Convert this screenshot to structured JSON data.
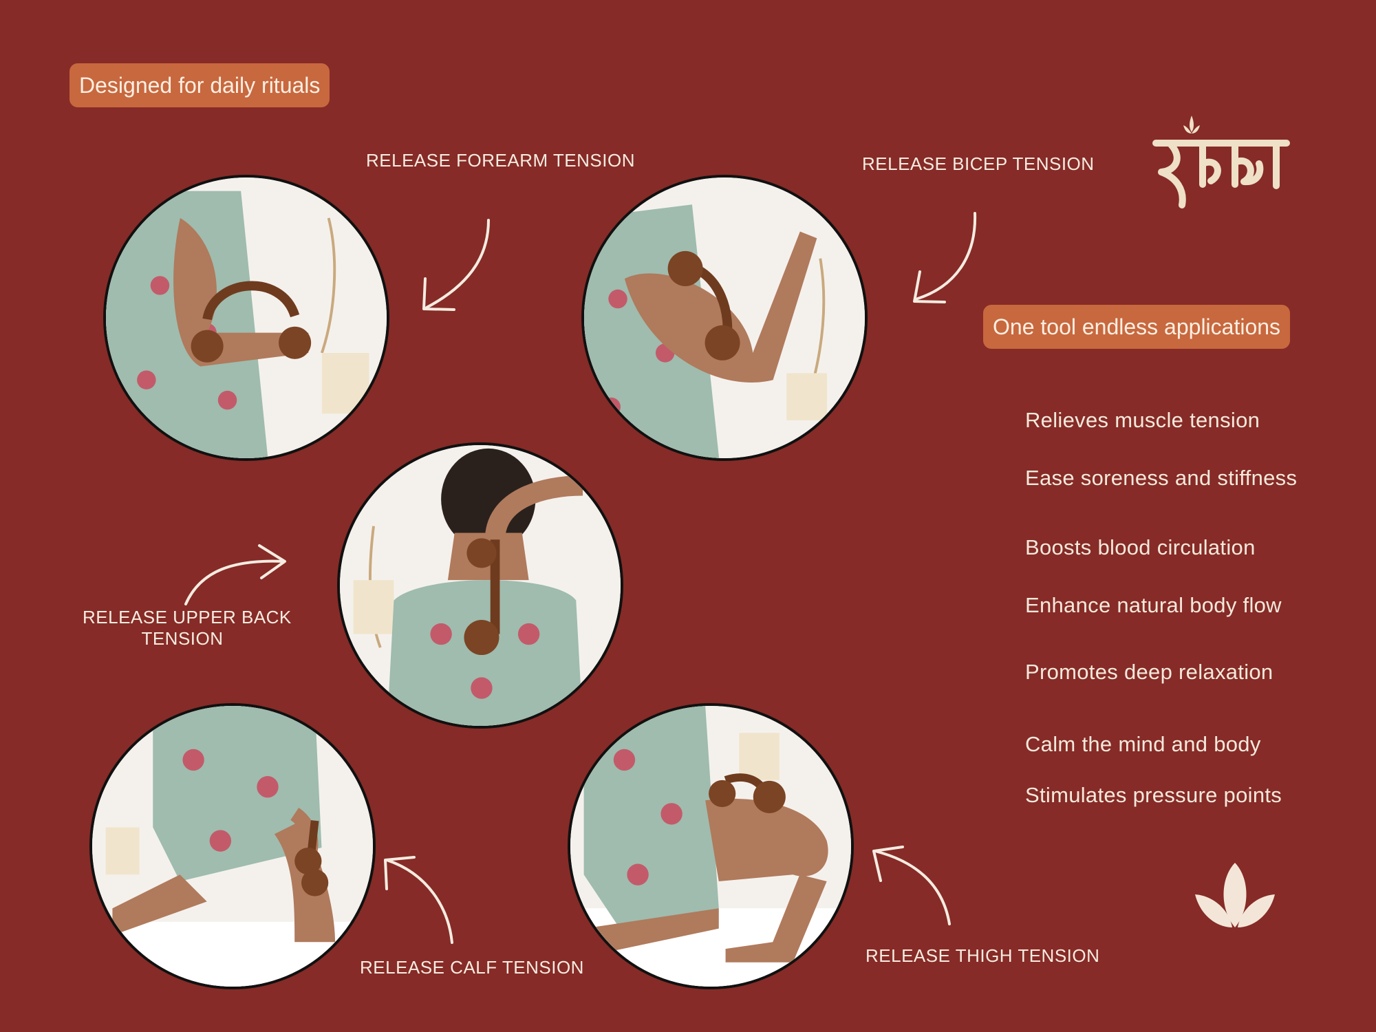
{
  "badges": {
    "daily": "Designed for daily rituals",
    "applications": "One tool endless applications"
  },
  "labels": {
    "forearm": "RELEASE FOREARM TENSION",
    "bicep": "RELEASE BICEP TENSION",
    "upper_back_line1": "RELEASE UPPER BACK",
    "upper_back_line2": "TENSION",
    "calf": "RELEASE CALF TENSION",
    "thigh": "RELEASE THIGH  TENSION"
  },
  "benefits": [
    "Relieves muscle tension",
    "Ease soreness and stiffness",
    "Boosts blood circulation",
    "Enhance natural body flow",
    "Promotes deep relaxation",
    "Calm the mind and body",
    "Stimulates pressure points"
  ],
  "colors": {
    "background": "#862b27",
    "badge": "#c8683e",
    "text": "#f3e6d8"
  }
}
